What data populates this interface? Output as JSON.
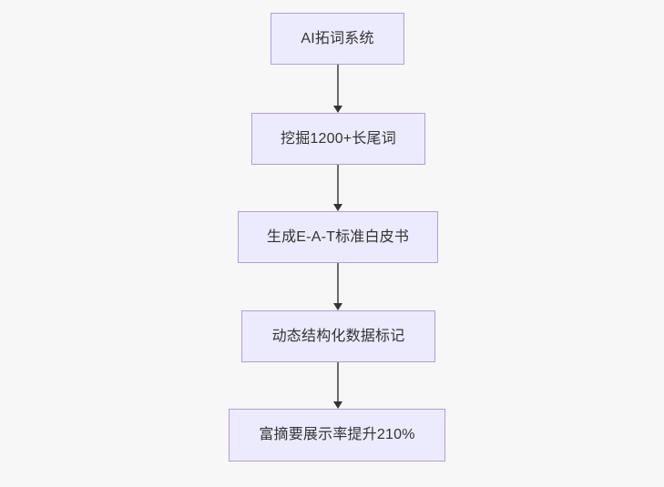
{
  "diagram": {
    "type": "flowchart",
    "direction": "top-to-bottom",
    "background_color": "#f7f7f7",
    "node_fill_color": "#ecebfd",
    "node_border_color": "#b39ddb",
    "node_text_color": "#333333",
    "connector_line_color": "#6b6b6b",
    "connector_arrow_color": "#333333",
    "nodes": [
      {
        "id": "n1",
        "label": "AI拓词系统"
      },
      {
        "id": "n2",
        "label": "挖掘1200+长尾词"
      },
      {
        "id": "n3",
        "label": "生成E-A-T标准白皮书"
      },
      {
        "id": "n4",
        "label": "动态结构化数据标记"
      },
      {
        "id": "n5",
        "label": "富摘要展示率提升210%"
      }
    ],
    "edges": [
      {
        "id": "e1",
        "from": "n1",
        "to": "n2",
        "label": "",
        "arrow": "down-arrow-icon"
      },
      {
        "id": "e2",
        "from": "n2",
        "to": "n3",
        "label": "",
        "arrow": "down-arrow-icon"
      },
      {
        "id": "e3",
        "from": "n3",
        "to": "n4",
        "label": "",
        "arrow": "down-arrow-icon"
      },
      {
        "id": "e4",
        "from": "n4",
        "to": "n5",
        "label": "",
        "arrow": "down-arrow-icon"
      }
    ]
  }
}
